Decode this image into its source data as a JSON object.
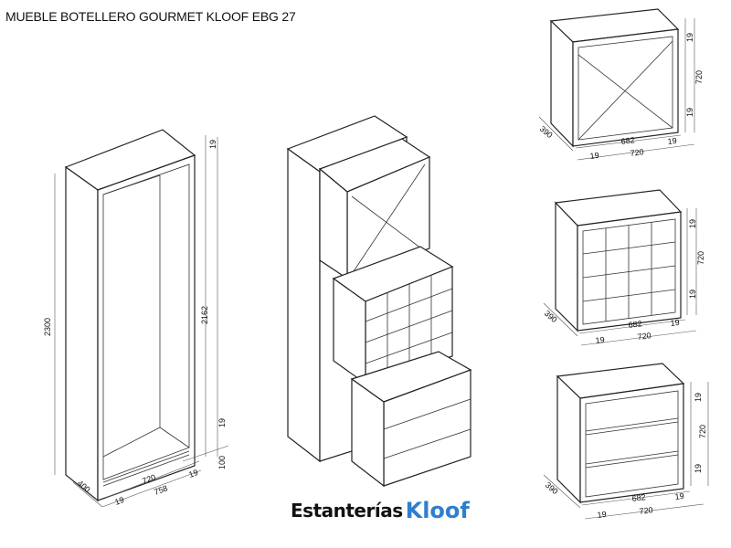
{
  "title": "MUEBLE BOTELLERO GOURMET KLOOF EBG 27",
  "logo": {
    "text": "Estanterías",
    "brand": "Kloof",
    "color": "#2f7fcf"
  },
  "tall_unit": {
    "height": "2300",
    "inner_height": "2162",
    "top": "19",
    "bottom": "19",
    "plinth": "100",
    "depth": "400",
    "inner_width": "720",
    "side_right": "19",
    "total_width": "758",
    "side_left": "19"
  },
  "x_module": {
    "top": "19",
    "height": "720",
    "bottom": "19",
    "depth": "390",
    "inner_width": "682",
    "side_right": "19",
    "side_left": "19",
    "width": "720"
  },
  "grid_module": {
    "top": "19",
    "height": "720",
    "bottom": "19",
    "depth": "390",
    "inner_width": "682",
    "side_right": "19",
    "side_left": "19",
    "width": "720"
  },
  "shelf_module": {
    "top": "19",
    "height": "720",
    "bottom": "19",
    "depth": "390",
    "inner_width": "682",
    "side_right": "19",
    "side_left": "19",
    "width": "720"
  }
}
